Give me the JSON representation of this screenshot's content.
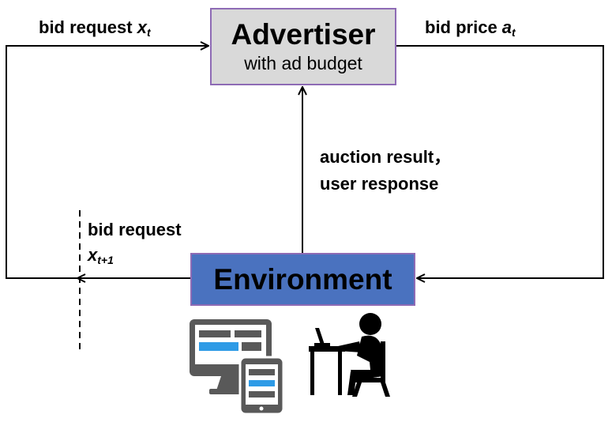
{
  "advertiser": {
    "title": "Advertiser",
    "subtitle": "with ad budget"
  },
  "environment": {
    "title": "Environment"
  },
  "labels": {
    "bid_request_prefix": "bid request ",
    "bid_request_var": "x",
    "bid_request_sub": "t",
    "bid_price_prefix": "bid price ",
    "bid_price_var": "a",
    "bid_price_sub": "t",
    "auction_line1": "auction result，",
    "auction_line2": "user response",
    "next_request_line1": "bid request",
    "next_request_var": "x",
    "next_request_sub": "t+1"
  },
  "icons": [
    "computer-tablet-icon",
    "user-at-computer-icon"
  ],
  "colors": {
    "advertiser_fill": "#d9d9d9",
    "environment_fill": "#4a72bf",
    "box_border": "#8e6bb5",
    "screen_accent": "#2e9be6",
    "device_body": "#595959"
  }
}
